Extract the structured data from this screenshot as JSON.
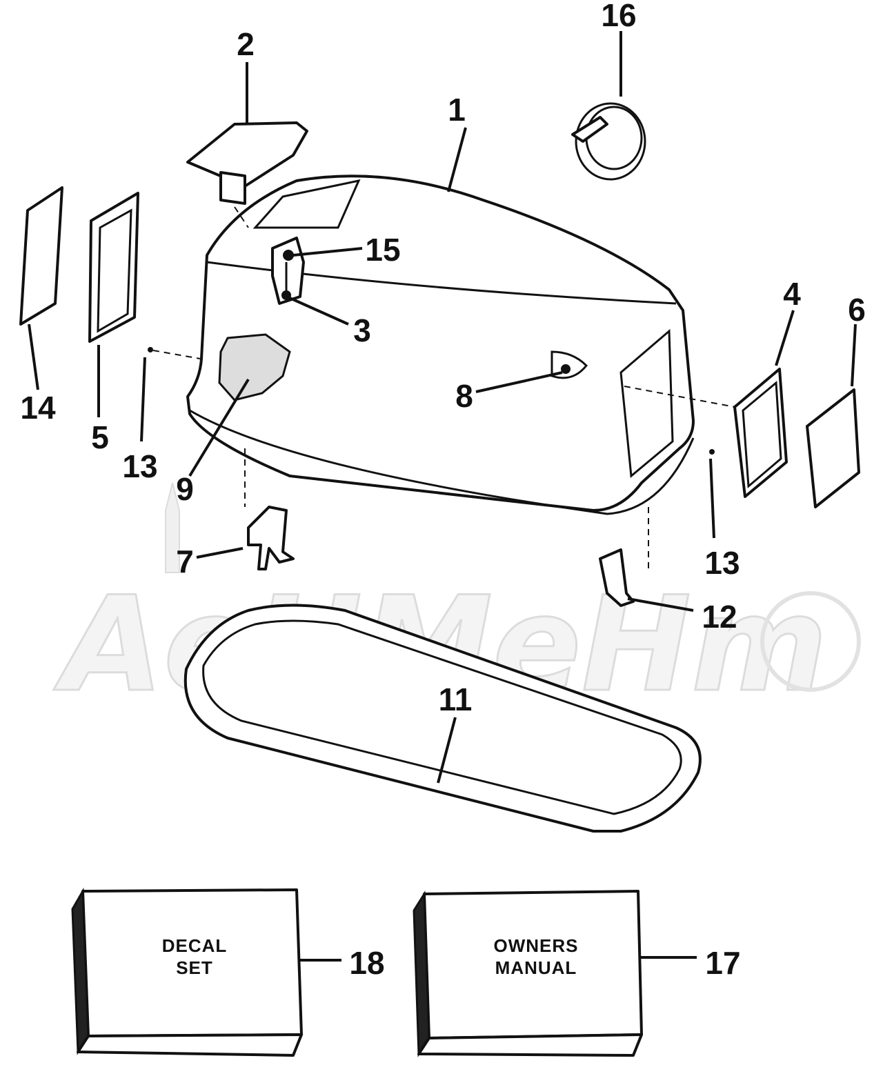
{
  "callouts": [
    {
      "id": "1",
      "label": "1"
    },
    {
      "id": "2",
      "label": "2"
    },
    {
      "id": "3",
      "label": "3"
    },
    {
      "id": "4",
      "label": "4"
    },
    {
      "id": "5",
      "label": "5"
    },
    {
      "id": "6",
      "label": "6"
    },
    {
      "id": "7",
      "label": "7"
    },
    {
      "id": "8",
      "label": "8"
    },
    {
      "id": "9",
      "label": "9"
    },
    {
      "id": "11",
      "label": "11"
    },
    {
      "id": "12",
      "label": "12"
    },
    {
      "id": "13a",
      "label": "13"
    },
    {
      "id": "13b",
      "label": "13"
    },
    {
      "id": "14",
      "label": "14"
    },
    {
      "id": "15",
      "label": "15"
    },
    {
      "id": "16",
      "label": "16"
    },
    {
      "id": "17",
      "label": "17"
    },
    {
      "id": "18",
      "label": "18"
    }
  ],
  "boxes": {
    "decal": {
      "line1": "DECAL",
      "line2": "SET"
    },
    "manual": {
      "line1": "OWNERS",
      "line2": "MANUAL"
    }
  },
  "watermark": {
    "text": "AeHMeHm"
  }
}
